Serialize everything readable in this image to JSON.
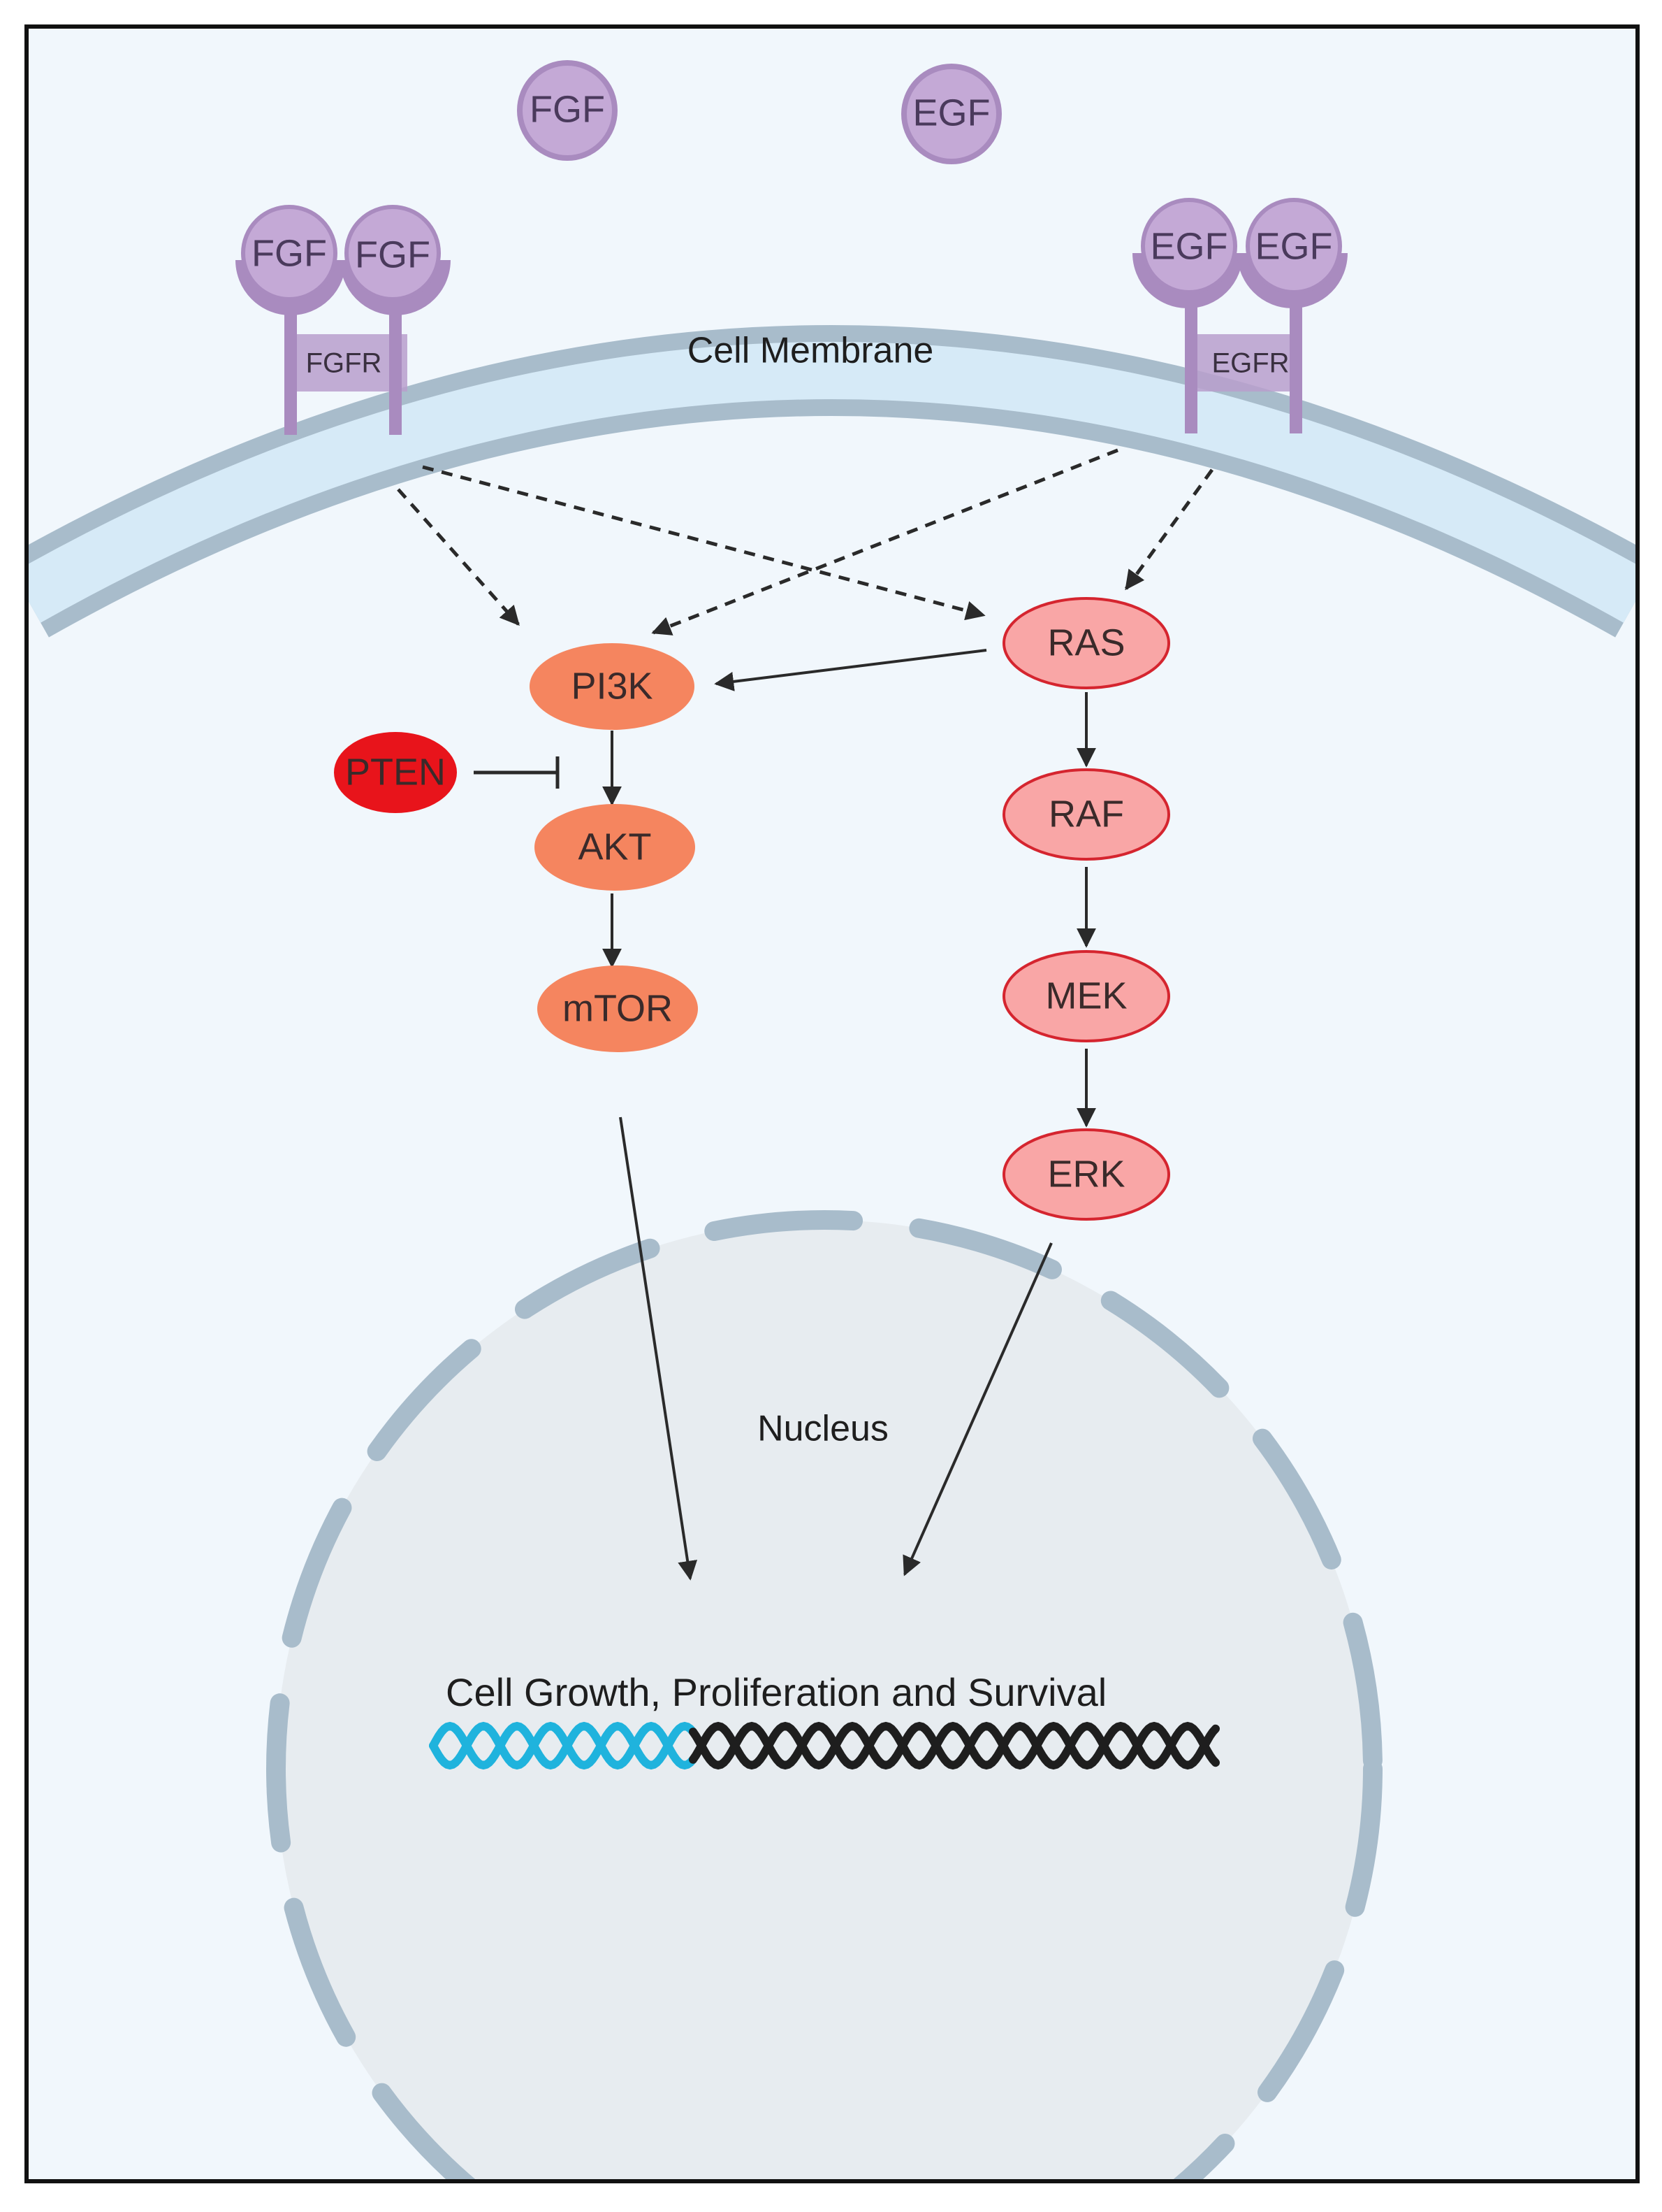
{
  "colors": {
    "cytoplasm": "#f1f7fc",
    "membrane_band": "#d6eaf7",
    "membrane_line": "#a8bccb",
    "nucleus_fill": "#e7ecf0",
    "ligand_fill": "#c4a9d6",
    "ligand_stroke": "#a98bbf",
    "receptor": "#a98bbf",
    "pi3k_branch": "#f5855f",
    "mapk_fill": "#f9a6a6",
    "mapk_stroke": "#d5252f",
    "pten_fill": "#e8141b",
    "dna_active": "#1fb3dd",
    "dna_inactive": "#1e1e1e"
  },
  "ligands_free": [
    {
      "label": "FGF"
    },
    {
      "label": "EGF"
    }
  ],
  "receptors": {
    "fgfr": {
      "label": "FGFR",
      "ligand_left": "FGF",
      "ligand_right": "FGF"
    },
    "egfr": {
      "label": "EGFR",
      "ligand_left": "EGF",
      "ligand_right": "EGF"
    }
  },
  "labels": {
    "membrane": "Cell Membrane",
    "nucleus": "Nucleus",
    "outcome": "Cell Growth, Proliferation and Survival"
  },
  "nodes": {
    "pi3k": "PI3K",
    "pten": "PTEN",
    "akt": "AKT",
    "mtor": "mTOR",
    "ras": "RAS",
    "raf": "RAF",
    "mek": "MEK",
    "erk": "ERK"
  }
}
